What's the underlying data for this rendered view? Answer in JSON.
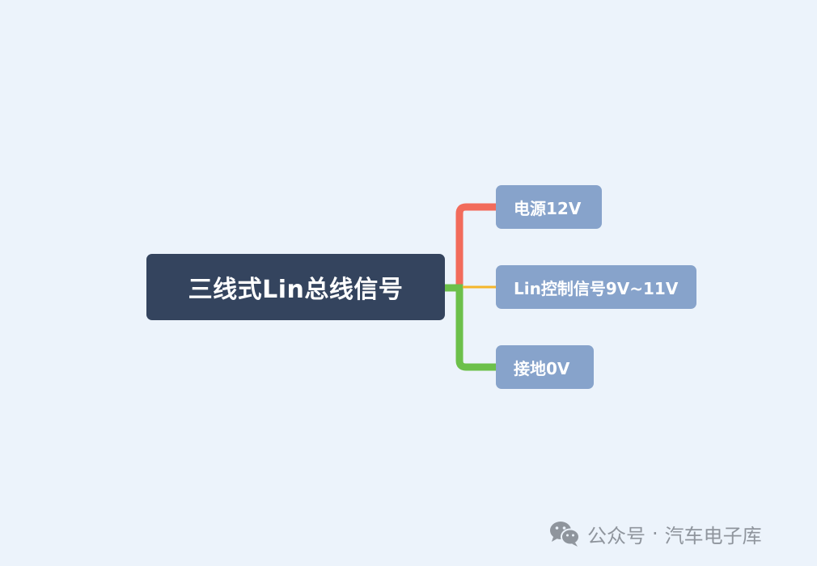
{
  "mindmap": {
    "root": {
      "label": "三线式Lin总线信号"
    },
    "children": [
      {
        "label": "电源12V",
        "branch_color": "#f26b5b"
      },
      {
        "label": "Lin控制信号9V~11V",
        "branch_color": "#f5b62a"
      },
      {
        "label": "接地0V",
        "branch_color": "#6cc04a"
      }
    ]
  },
  "watermark": {
    "icon": "wechat-icon",
    "account_type": "公众号",
    "separator": "·",
    "account_name": "汽车电子库"
  },
  "colors": {
    "background": "#ecf3fb",
    "root_fill": "#34445e",
    "child_fill": "#87a3cb",
    "text_on_node": "#ffffff",
    "watermark_text": "#8f959d"
  }
}
